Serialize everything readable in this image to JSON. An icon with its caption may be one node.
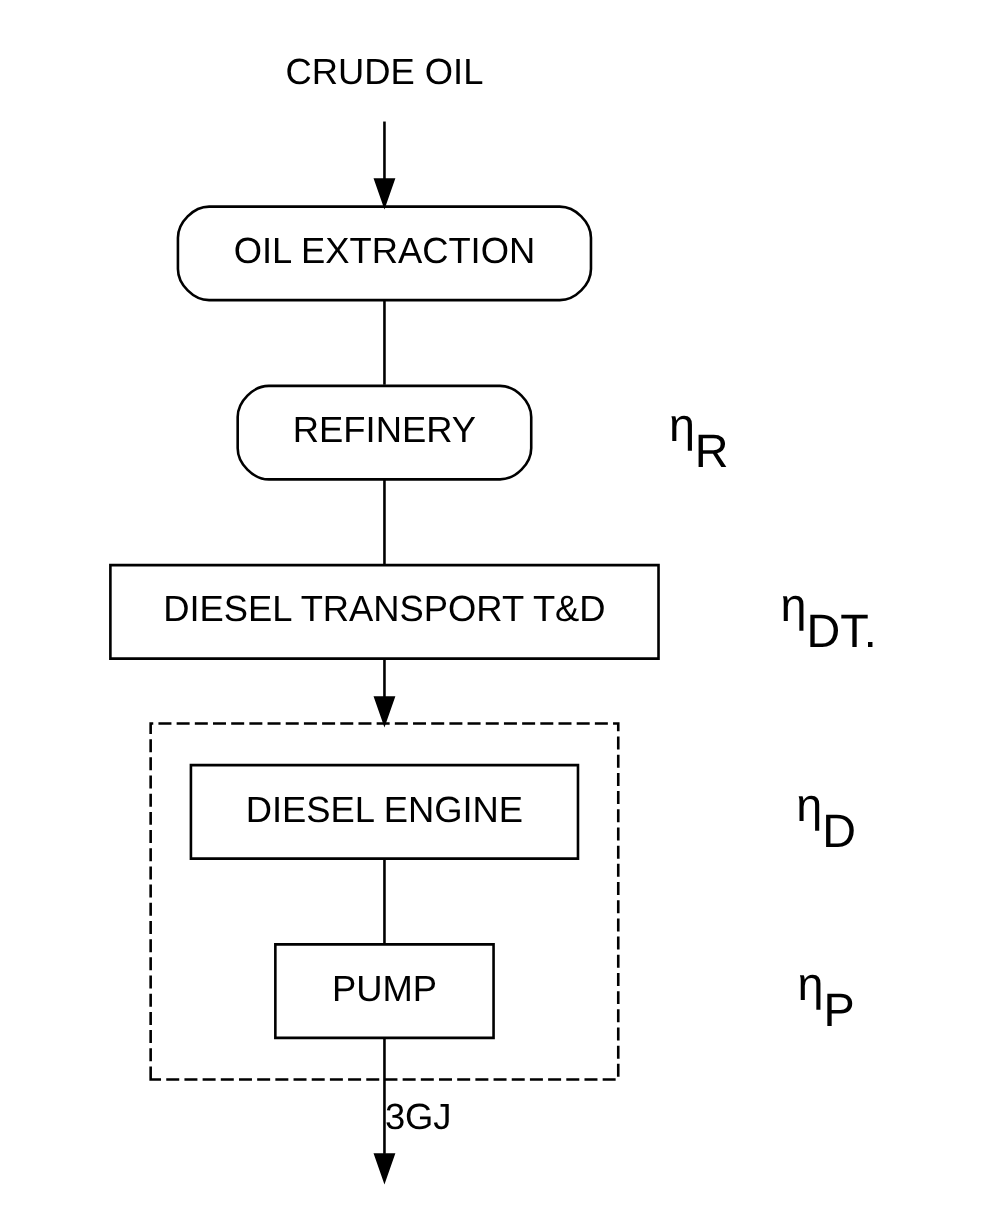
{
  "diagram": {
    "nodes": [
      {
        "text": [
          "CRUDE OIL"
        ]
      },
      {
        "text": [
          "OIL EXTRACTION"
        ]
      },
      {
        "text": [
          "REFINERY"
        ]
      },
      {
        "text": [
          "DIESEL TRANSPORT T&D"
        ]
      },
      {
        "text": [],
        "shape": "box"
      },
      {
        "text": [
          "DIESEL ENGINE"
        ],
        "in": 4
      },
      {
        "text": [
          "PUMP"
        ],
        "in": 4
      }
    ],
    "edges": [
      {
        "from": 0,
        "to": 1,
        "arrow": "to"
      },
      {
        "from": 1,
        "to": 2,
        "arrow": "none"
      },
      {
        "from": 2,
        "to": 3,
        "arrow": "none"
      },
      {
        "from": 3,
        "to": 4,
        "arrow": "to"
      },
      {
        "from": 5,
        "to": 6,
        "arrow": "none"
      },
      {
        "from": 6,
        "to": null,
        "arrow": "to",
        "label": "3GJ"
      }
    ],
    "labels": [
      "η$_{R}$",
      "η$_{DT.}$",
      "η$_{D}$",
      "η$_{P}$"
    ]
  }
}
